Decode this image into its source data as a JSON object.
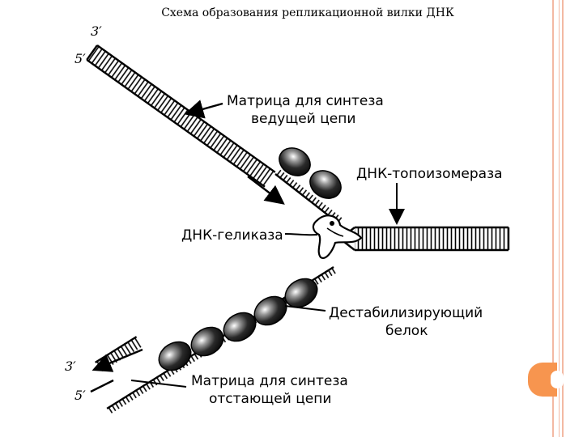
{
  "title": "Схема образования репликационной вилки ДНК",
  "labels": {
    "leading_template": [
      "Матрица для синтеза",
      "ведущей цепи"
    ],
    "topoisomerase": "ДНК-топоизомераза",
    "helicase": "ДНК-геликаза",
    "destabilizing": [
      "Дестабилизирующий",
      "белок"
    ],
    "lagging_template": [
      "Матрица для синтеза",
      "отстающей цепи"
    ]
  },
  "ends": {
    "top_3": "3′",
    "top_5": "5′",
    "bottom_3": "3′",
    "bottom_5": "5′"
  },
  "colors": {
    "frame": "#f3b9a3",
    "accent": "#f7954f",
    "ink": "#000000",
    "protein": "#1a1a1a"
  }
}
